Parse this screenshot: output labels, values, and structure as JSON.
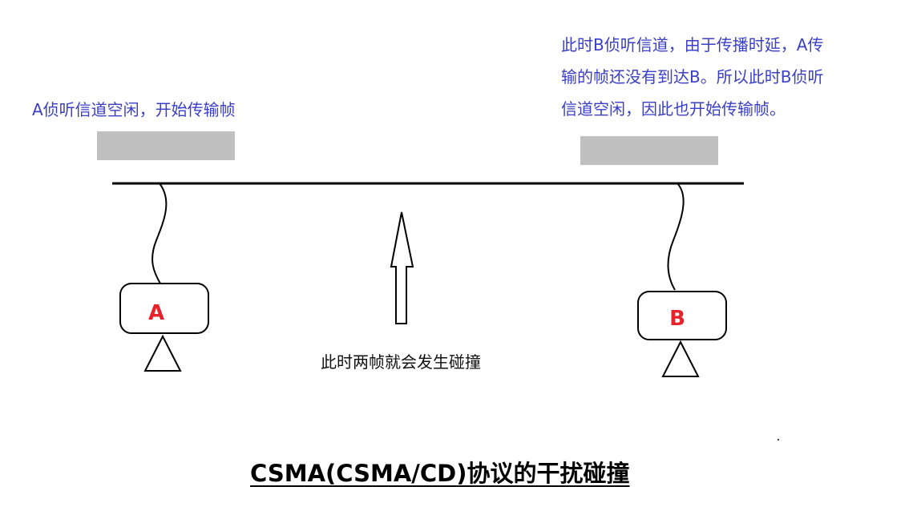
{
  "notes": {
    "a_listen": "A侦听信道空闲，开始传输帧",
    "b_listen_lines": [
      "此时B侦听信道，由于传播时延，A传",
      "输的帧还没有到达B。所以此时B侦听",
      "信道空闲，因此也开始传输帧。"
    ],
    "collision": "此时两帧就会发生碰撞"
  },
  "nodes": {
    "a_label": "A",
    "b_label": "B"
  },
  "title": "CSMA(CSMA/CD)协议的干扰碰撞",
  "colors": {
    "note_text": "#3a3fc7",
    "node_label": "#e8222a",
    "frame_bar": "#c0c0c0",
    "line": "#000000"
  }
}
